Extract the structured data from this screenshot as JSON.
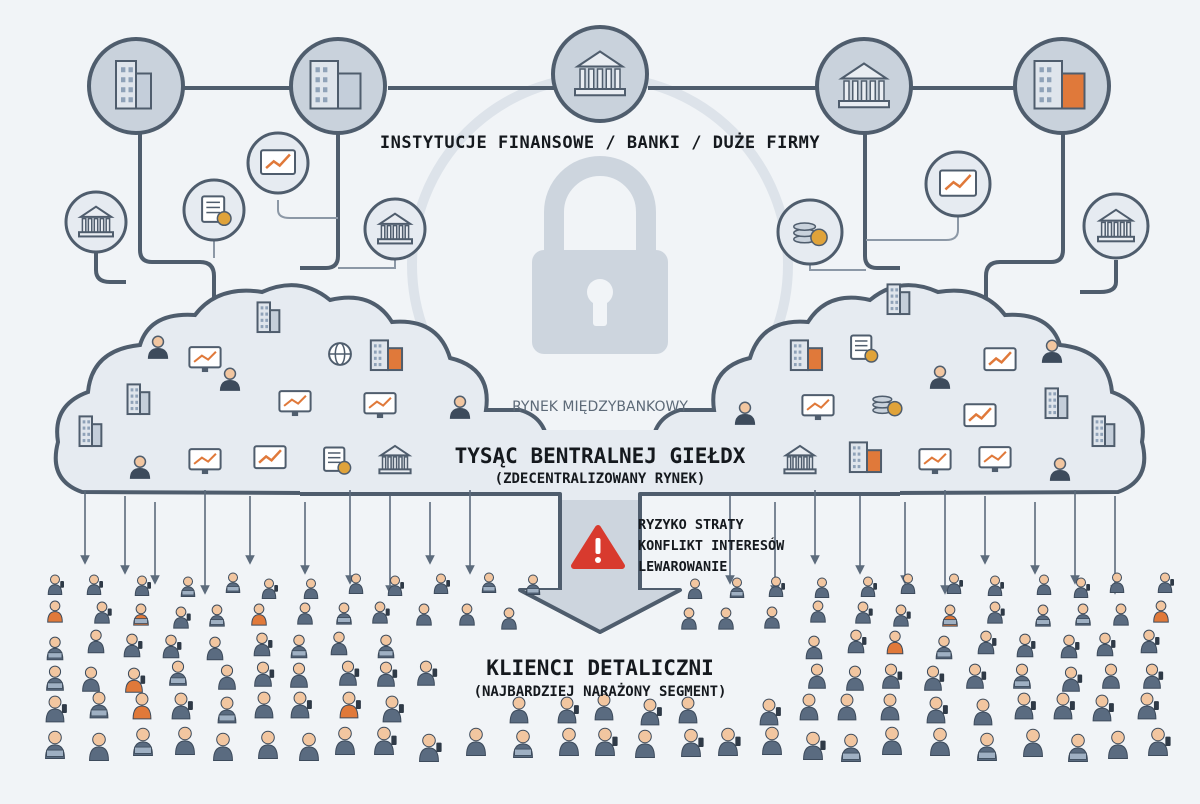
{
  "institutions": {
    "title": "INSTYTUCJE FINANSOWE / BANKI / DUŻE FIRMY",
    "top_nodes": [
      "office-tower-icon",
      "office-building-icon",
      "bank-icon",
      "bank-icon",
      "apartment-building-icon"
    ],
    "side_nodes_left": [
      "bank-icon",
      "document-money-icon",
      "growth-chart-icon",
      "bank-icon"
    ],
    "side_nodes_right": [
      "growth-chart-monitor-icon",
      "coins-dollar-icon",
      "bank-clerk-icon"
    ]
  },
  "center": {
    "background_icon": "padlock-icon",
    "interbank_label": "RYNEK MIĘDZYBANKOWY"
  },
  "market": {
    "title": "TYSĄC BENTRALNEJ GIEŁDX",
    "subtitle": "(ZDECENTRALIZOWANY RYNEK)"
  },
  "risks": {
    "icon": "warning-icon",
    "items": [
      "RYZYKO STRATY",
      "KONFLIKT INTERESÓW",
      "LEWAROWANIE"
    ]
  },
  "retail": {
    "title": "KLIENCI DETALICZNI",
    "subtitle": "(NAJBARDZIEJ NARAŻONY SEGMENT)"
  },
  "colors": {
    "background": "#f1f4f7",
    "line": "#5c6b7c",
    "node_fill": "#c9d2dc",
    "cloud_fill": "#e6ebf1",
    "warning": "#d83a2e",
    "accent_orange": "#e0793a"
  }
}
